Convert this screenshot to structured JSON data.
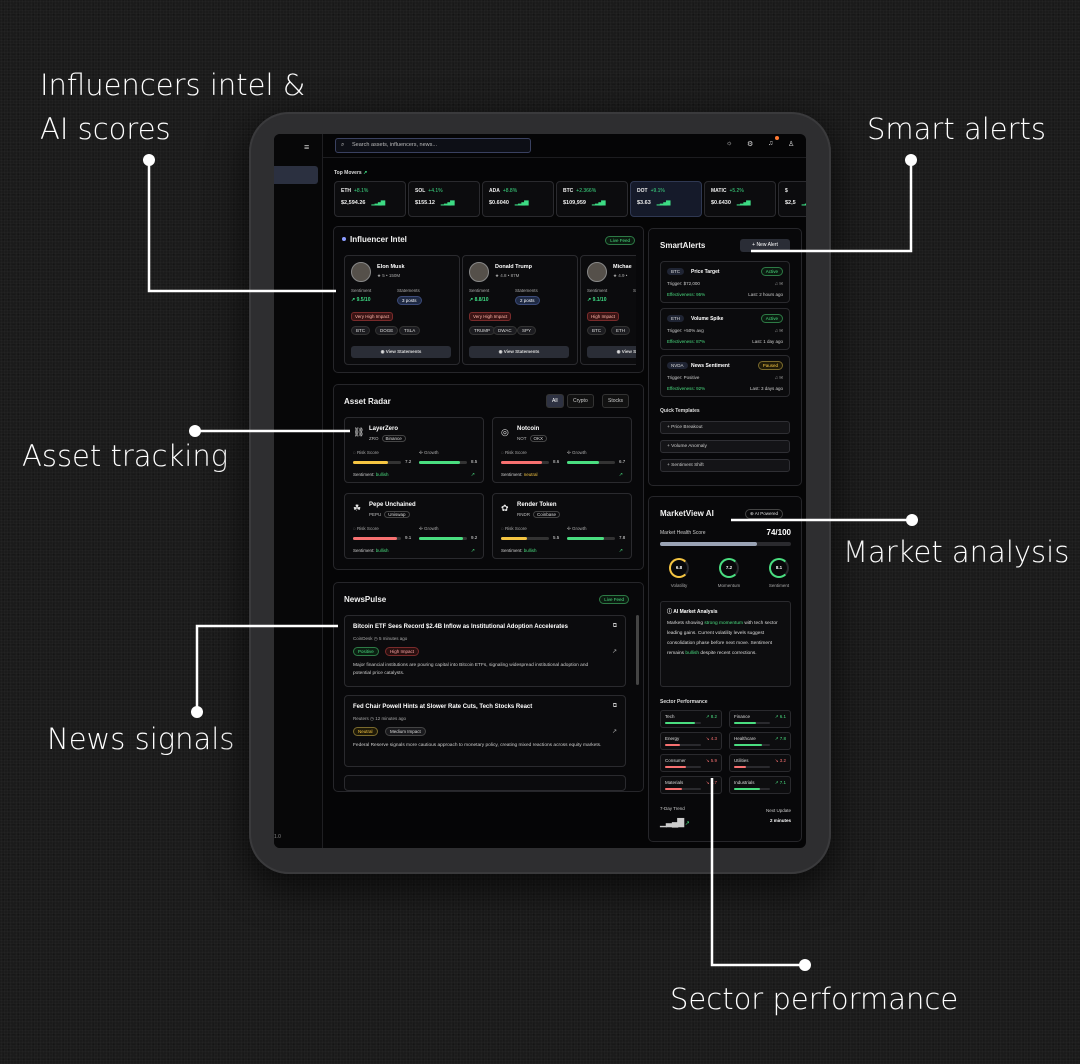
{
  "callouts": {
    "influencers_1": "Influencers intel &",
    "influencers_2": "AI scores",
    "smart_alerts": "Smart alerts",
    "asset_tracking": "Asset tracking",
    "market_analysis": "Market analysis",
    "news_signals": "News signals",
    "sector_performance": "Sector performance"
  },
  "topbar": {
    "search_placeholder": "Search assets, influencers, news..."
  },
  "sidebar": {
    "footer": "1.0"
  },
  "top_movers": {
    "title": "Top Movers",
    "items": [
      {
        "symbol": "ETH",
        "change": "+8.1%",
        "price": "$2,594.26"
      },
      {
        "symbol": "SOL",
        "change": "+4.1%",
        "price": "$155.12"
      },
      {
        "symbol": "ADA",
        "change": "+8.8%",
        "price": "$0.6040"
      },
      {
        "symbol": "BTC",
        "change": "+2.366%",
        "price": "$109,959"
      },
      {
        "symbol": "DOT",
        "change": "+9.1%",
        "price": "$3.63"
      },
      {
        "symbol": "MATIC",
        "change": "+5.2%",
        "price": "$0.6430"
      },
      {
        "symbol": "$",
        "change": "",
        "price": "$2,5"
      }
    ]
  },
  "influencer_intel": {
    "title": "Influencer Intel",
    "badge": "Live Feed",
    "sentiment_label": "Sentiment",
    "statements_label": "Statements",
    "view_label": "View Statements",
    "cards": [
      {
        "name": "Elon Musk",
        "meta": "★ 5  •  150M",
        "sentiment": "↗ 9.5/10",
        "statements": "3 posts",
        "impact": "Very High Impact",
        "tags": [
          "BTC",
          "DOGE",
          "TSLA"
        ]
      },
      {
        "name": "Donald Trump",
        "meta": "★ 4.8  •  87M",
        "sentiment": "↗ 8.8/10",
        "statements": "2 posts",
        "impact": "Very High Impact",
        "tags": [
          "TRUMP",
          "DWAC",
          "SPY"
        ]
      },
      {
        "name": "Michae",
        "meta": "★ 4.9  •",
        "sentiment": "↗ 9.1/10",
        "statements": "",
        "impact": "High Impact",
        "tags": [
          "BTC",
          "ETH"
        ]
      }
    ]
  },
  "asset_radar": {
    "title": "Asset Radar",
    "filters": [
      "All",
      "Crypto",
      "Stocks"
    ],
    "risk_label": "Risk Score",
    "growth_label": "Growth",
    "sentiment_label": "Sentiment:",
    "assets": [
      {
        "name": "LayerZero",
        "ticker": "ZRO",
        "exchange": "Binance",
        "risk": 7.2,
        "growth": 8.5,
        "sentiment": "bullish"
      },
      {
        "name": "Notcoin",
        "ticker": "NOT",
        "exchange": "OKX",
        "risk": 8.6,
        "growth": 6.7,
        "sentiment": "neutral"
      },
      {
        "name": "Pepe Unchained",
        "ticker": "PEPU",
        "exchange": "Uniswap",
        "risk": 9.1,
        "growth": 9.2,
        "sentiment": "bullish"
      },
      {
        "name": "Render Token",
        "ticker": "RNDR",
        "exchange": "Coinbase",
        "risk": 5.5,
        "growth": 7.8,
        "sentiment": "bullish"
      }
    ]
  },
  "newspulse": {
    "title": "NewsPulse",
    "badge": "Live Feed",
    "items": [
      {
        "title": "Bitcoin ETF Sees Record $2.4B Inflow as Institutional Adoption Accelerates",
        "source": "CoinDesk",
        "time": "5 minutes ago",
        "sentiment": "Positive",
        "impact": "High Impact",
        "desc": "Major financial institutions are pouring capital into Bitcoin ETFs, signaling widespread institutional adoption and potential price catalysts."
      },
      {
        "title": "Fed Chair Powell Hints at Slower Rate Cuts, Tech Stocks React",
        "source": "Reuters",
        "time": "12 minutes ago",
        "sentiment": "Neutral",
        "impact": "Medium Impact",
        "desc": "Federal Reserve signals more cautious approach to monetary policy, creating mixed reactions across equity markets."
      }
    ]
  },
  "smart_alerts": {
    "title": "SmartAlerts",
    "new_label": "+  New Alert",
    "items": [
      {
        "symbol": "BTC",
        "type": "Price Target",
        "status": "Active",
        "trigger": "Trigger: $72,000",
        "effectiveness": "Effectiveness: 95%",
        "last": "Last: 2 hours ago"
      },
      {
        "symbol": "ETH",
        "type": "Volume Spike",
        "status": "Active",
        "trigger": "Trigger: +50% avg",
        "effectiveness": "Effectiveness: 87%",
        "last": "Last: 1 day ago"
      },
      {
        "symbol": "NVDA",
        "type": "News Sentiment",
        "status": "Paused",
        "trigger": "Trigger: Positive",
        "effectiveness": "Effectiveness: 92%",
        "last": "Last: 3 days ago"
      }
    ],
    "templates_title": "Quick Templates",
    "templates": [
      "+  Price Breakout",
      "+  Volume Anomaly",
      "+  Sentiment Shift"
    ]
  },
  "marketview": {
    "title": "MarketView AI",
    "badge": "AI Powered",
    "health_label": "Market Health Score",
    "health_value": "74/100",
    "health": 74,
    "gauges": [
      {
        "label": "Volatility",
        "value": "6.8",
        "color": "#f5c542"
      },
      {
        "label": "Momentum",
        "value": "7.2",
        "color": "#4ade80"
      },
      {
        "label": "Sentiment",
        "value": "8.1",
        "color": "#4ade80"
      }
    ],
    "analysis_title": "AI Market Analysis",
    "analysis_1": "Markets showing ",
    "analysis_hl": "strong momentum",
    "analysis_2": " with tech sector leading gains. Current volatility levels suggest consolidation phase before next move. Sentiment remains ",
    "analysis_hl2": "bullish",
    "analysis_3": " despite recent corrections.",
    "sector_title": "Sector Performance",
    "sectors": [
      {
        "name": "Tech",
        "value": "8.2",
        "dir": "up",
        "pct": 82
      },
      {
        "name": "Finance",
        "value": "6.1",
        "dir": "up",
        "pct": 61
      },
      {
        "name": "Energy",
        "value": "4.3",
        "dir": "down",
        "pct": 43
      },
      {
        "name": "Healthcare",
        "value": "7.8",
        "dir": "up",
        "pct": 78
      },
      {
        "name": "Consumer",
        "value": "5.9",
        "dir": "down",
        "pct": 59
      },
      {
        "name": "Utilities",
        "value": "3.2",
        "dir": "down",
        "pct": 32
      },
      {
        "name": "Materials",
        "value": "4.7",
        "dir": "down",
        "pct": 47
      },
      {
        "name": "Industrials",
        "value": "7.1",
        "dir": "up",
        "pct": 71
      }
    ],
    "trend_label": "7-Day Trend",
    "next_label": "Next Update",
    "next_value": "2 minutes"
  },
  "colors": {
    "accent": "#4ade80",
    "danger": "#f87171",
    "brand": "#3b82f6"
  }
}
